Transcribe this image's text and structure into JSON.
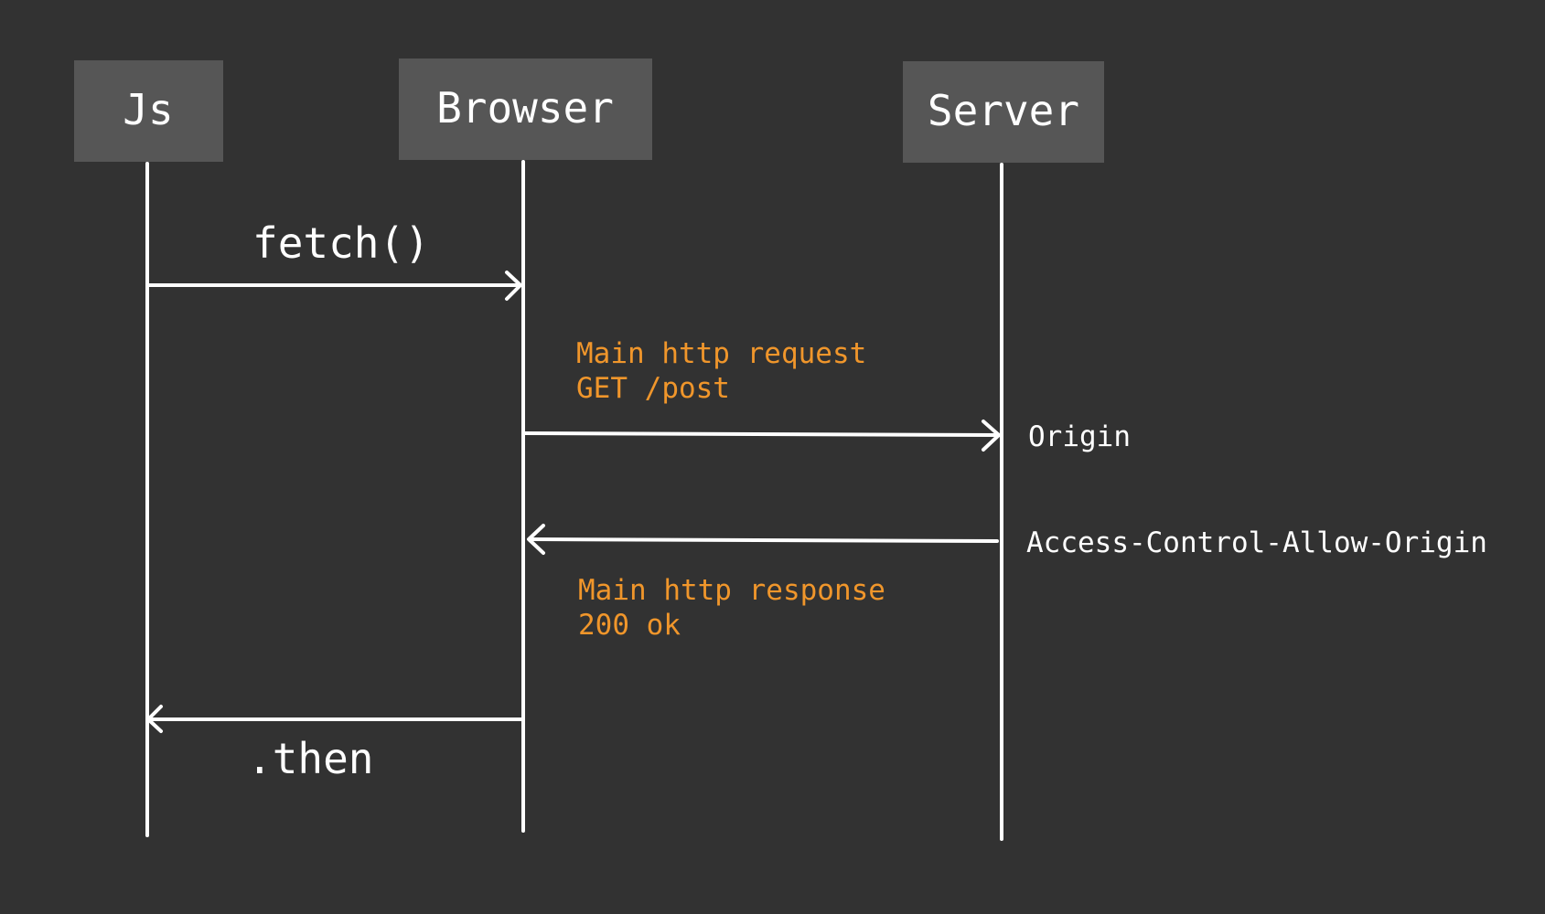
{
  "colors": {
    "background": "#323232",
    "actor_box": "#565656",
    "line": "#ffffff",
    "note_text": "#f0962b"
  },
  "actors": {
    "js": {
      "label": "Js"
    },
    "browser": {
      "label": "Browser"
    },
    "server": {
      "label": "Server"
    }
  },
  "messages": {
    "fetch": {
      "label": "fetch()"
    },
    "request": {
      "note_line1": "Main http request",
      "note_line2": "GET /post",
      "header": "Origin"
    },
    "response": {
      "note_line1": "Main http response",
      "note_line2": "200 ok",
      "header": "Access-Control-Allow-Origin"
    },
    "then": {
      "label": ".then"
    }
  },
  "icons": {
    "arrow_right": "arrow-right-icon",
    "arrow_left": "arrow-left-icon"
  }
}
